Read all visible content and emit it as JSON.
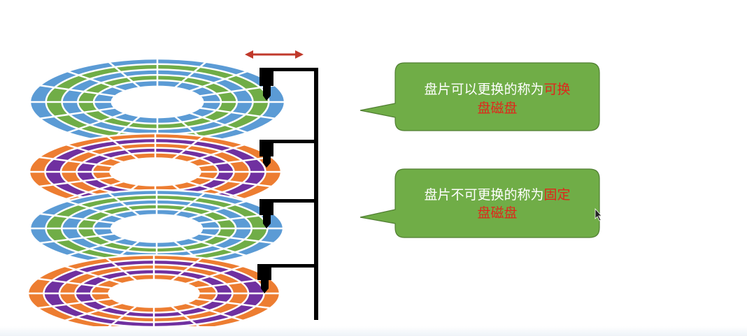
{
  "diagram": {
    "colors": {
      "blue": "#5b9bd5",
      "green": "#70ad47",
      "orange": "#ed7d31",
      "purple": "#7030a0",
      "arm": "#000000",
      "arrow": "#c0392b",
      "callout_fill": "#70ad47",
      "callout_border": "#507e32",
      "text_white": "#ffffff",
      "text_red": "#e0261b"
    },
    "platters": [
      {
        "name": "platter-1",
        "color_a": "blue",
        "color_b": "green"
      },
      {
        "name": "platter-2",
        "color_a": "orange",
        "color_b": "purple"
      },
      {
        "name": "platter-3",
        "color_a": "blue",
        "color_b": "green"
      },
      {
        "name": "platter-4",
        "color_a": "orange",
        "color_b": "purple"
      }
    ],
    "callouts": [
      {
        "name": "removable-disk-callout",
        "line1_white": "盘片可以更换的称为",
        "line1_red": "可换",
        "line2_red": "盘磁盘"
      },
      {
        "name": "fixed-disk-callout",
        "line1_white": "盘片不可更换的称为",
        "line1_red": "固定",
        "line2_red": "盘磁盘"
      }
    ]
  }
}
